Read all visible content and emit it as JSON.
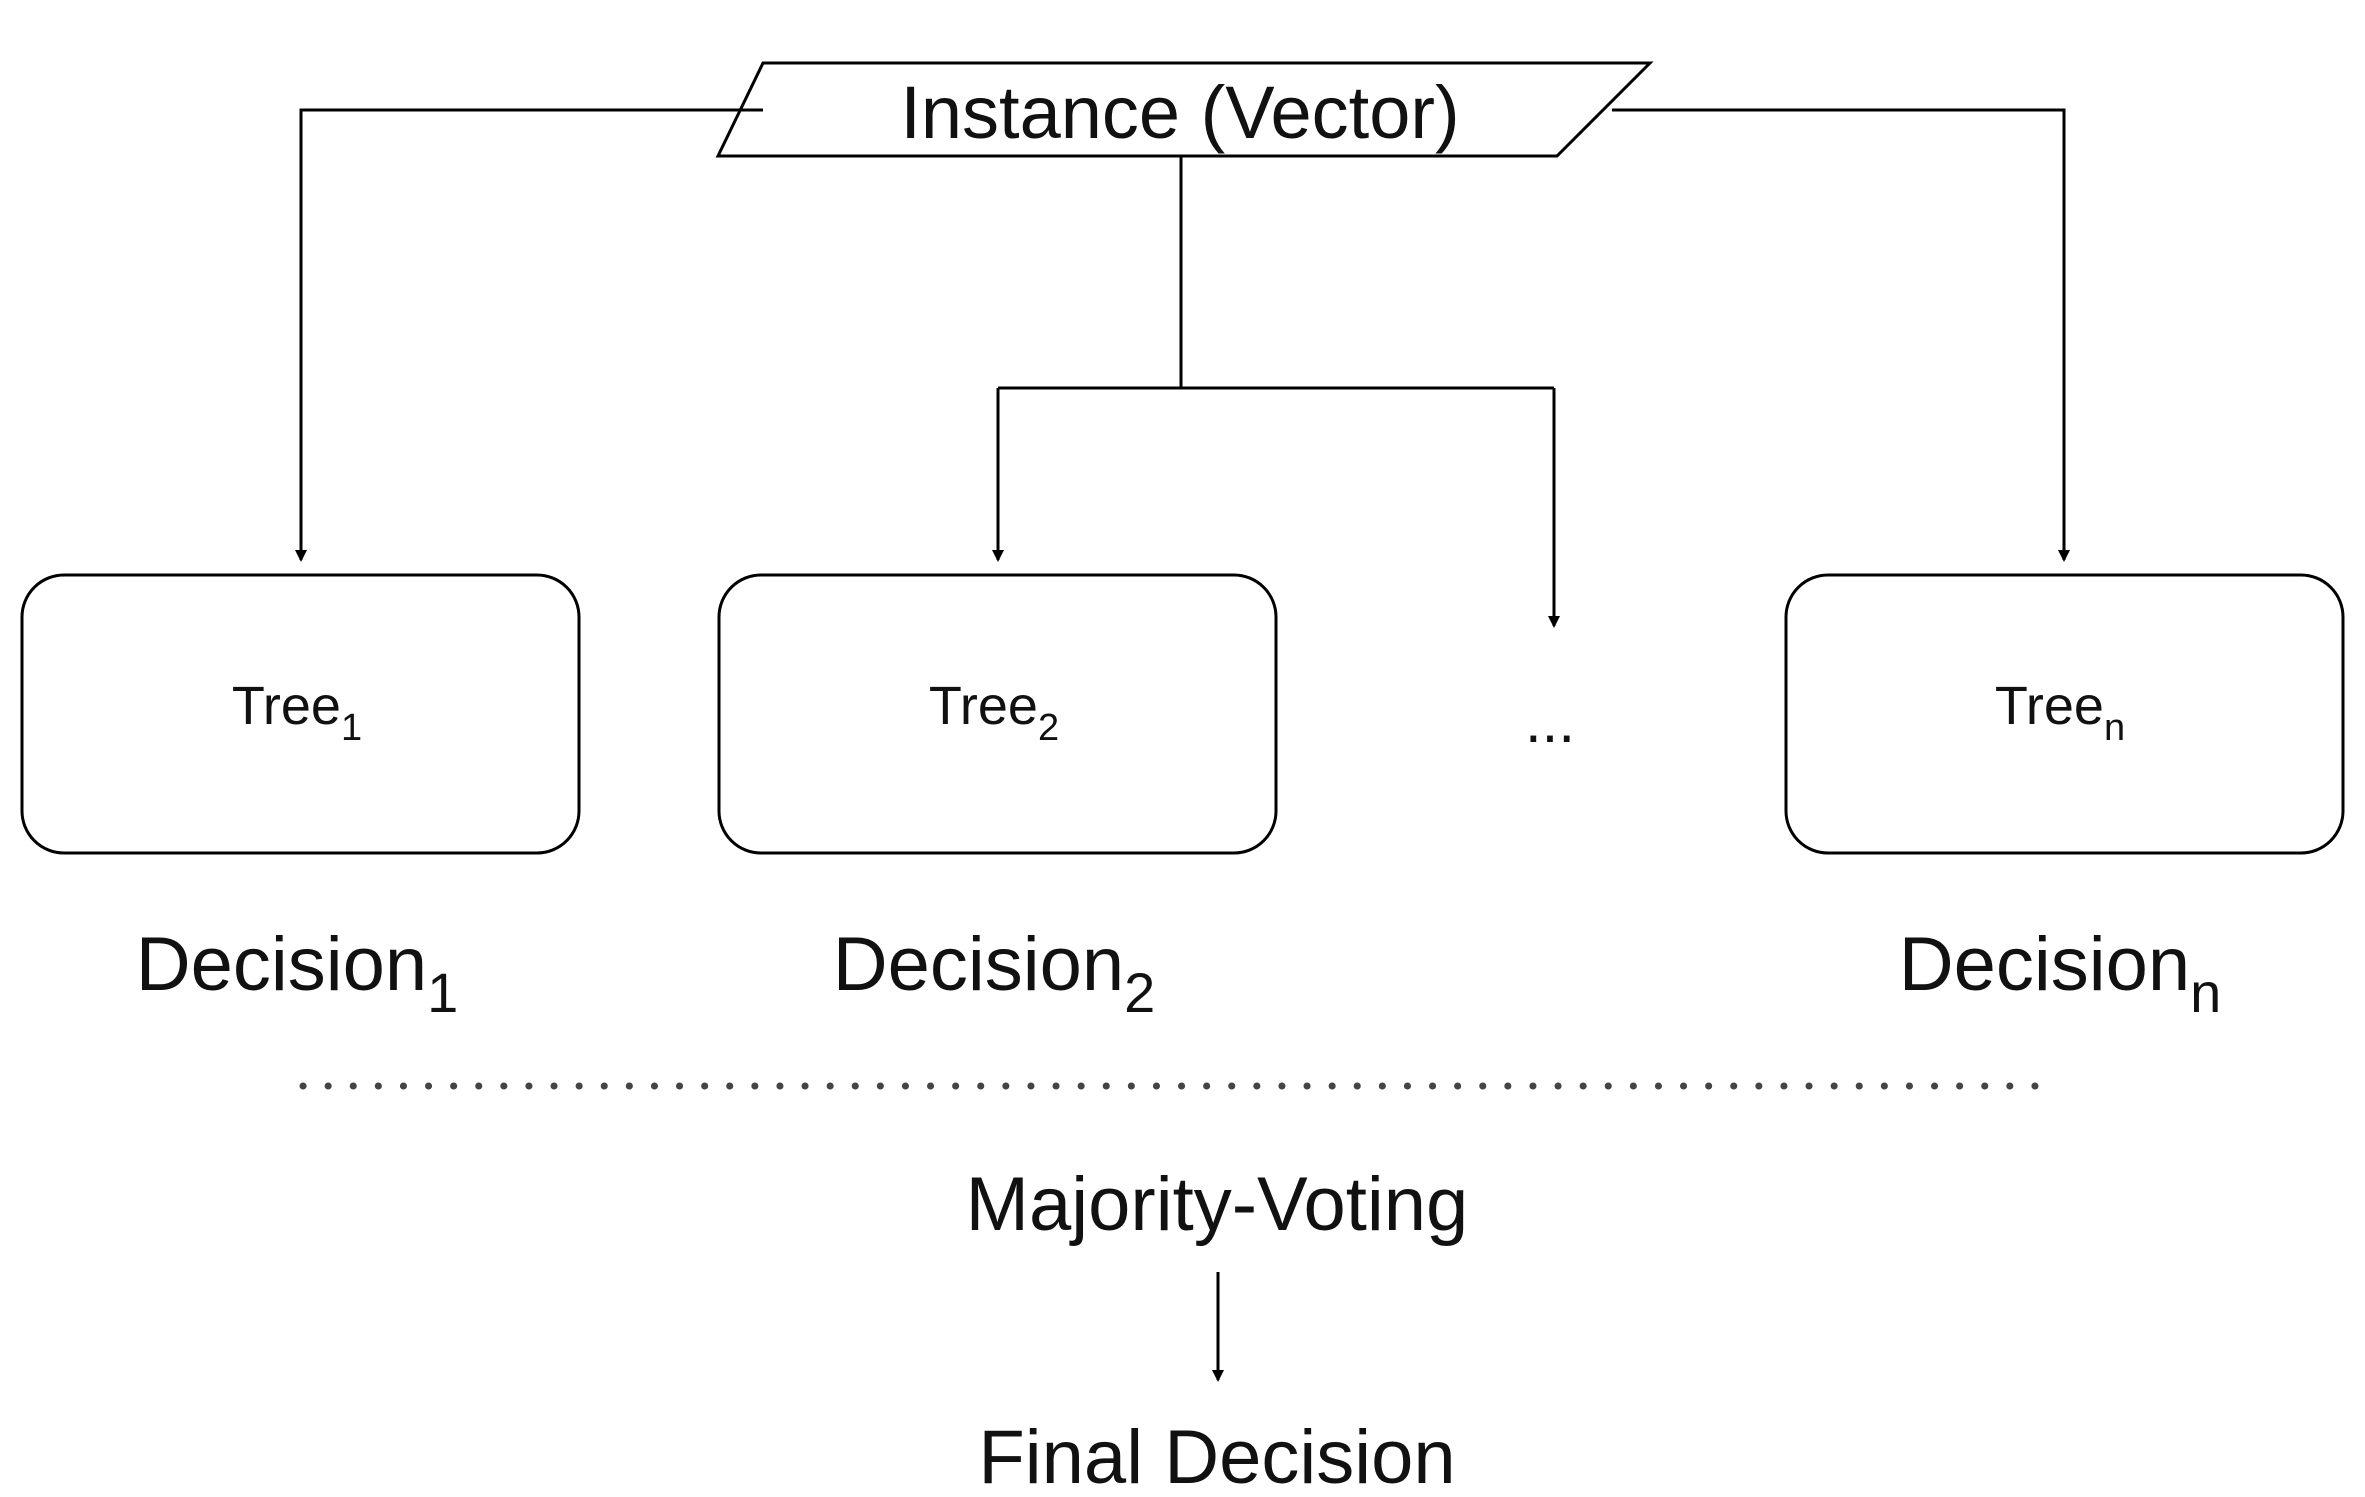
{
  "input": {
    "label": "Instance (Vector)"
  },
  "trees": [
    {
      "base": "Tree",
      "sub": "1",
      "decision_base": "Decision",
      "decision_sub": "1"
    },
    {
      "base": "Tree",
      "sub": "2",
      "decision_base": "Decision",
      "decision_sub": "2"
    },
    {
      "base": "Tree",
      "sub": "n",
      "decision_base": "Decision",
      "decision_sub": "n"
    }
  ],
  "ellipsis": "...",
  "aggregation": {
    "label": "Majority-Voting"
  },
  "output": {
    "label": "Final Decision"
  }
}
